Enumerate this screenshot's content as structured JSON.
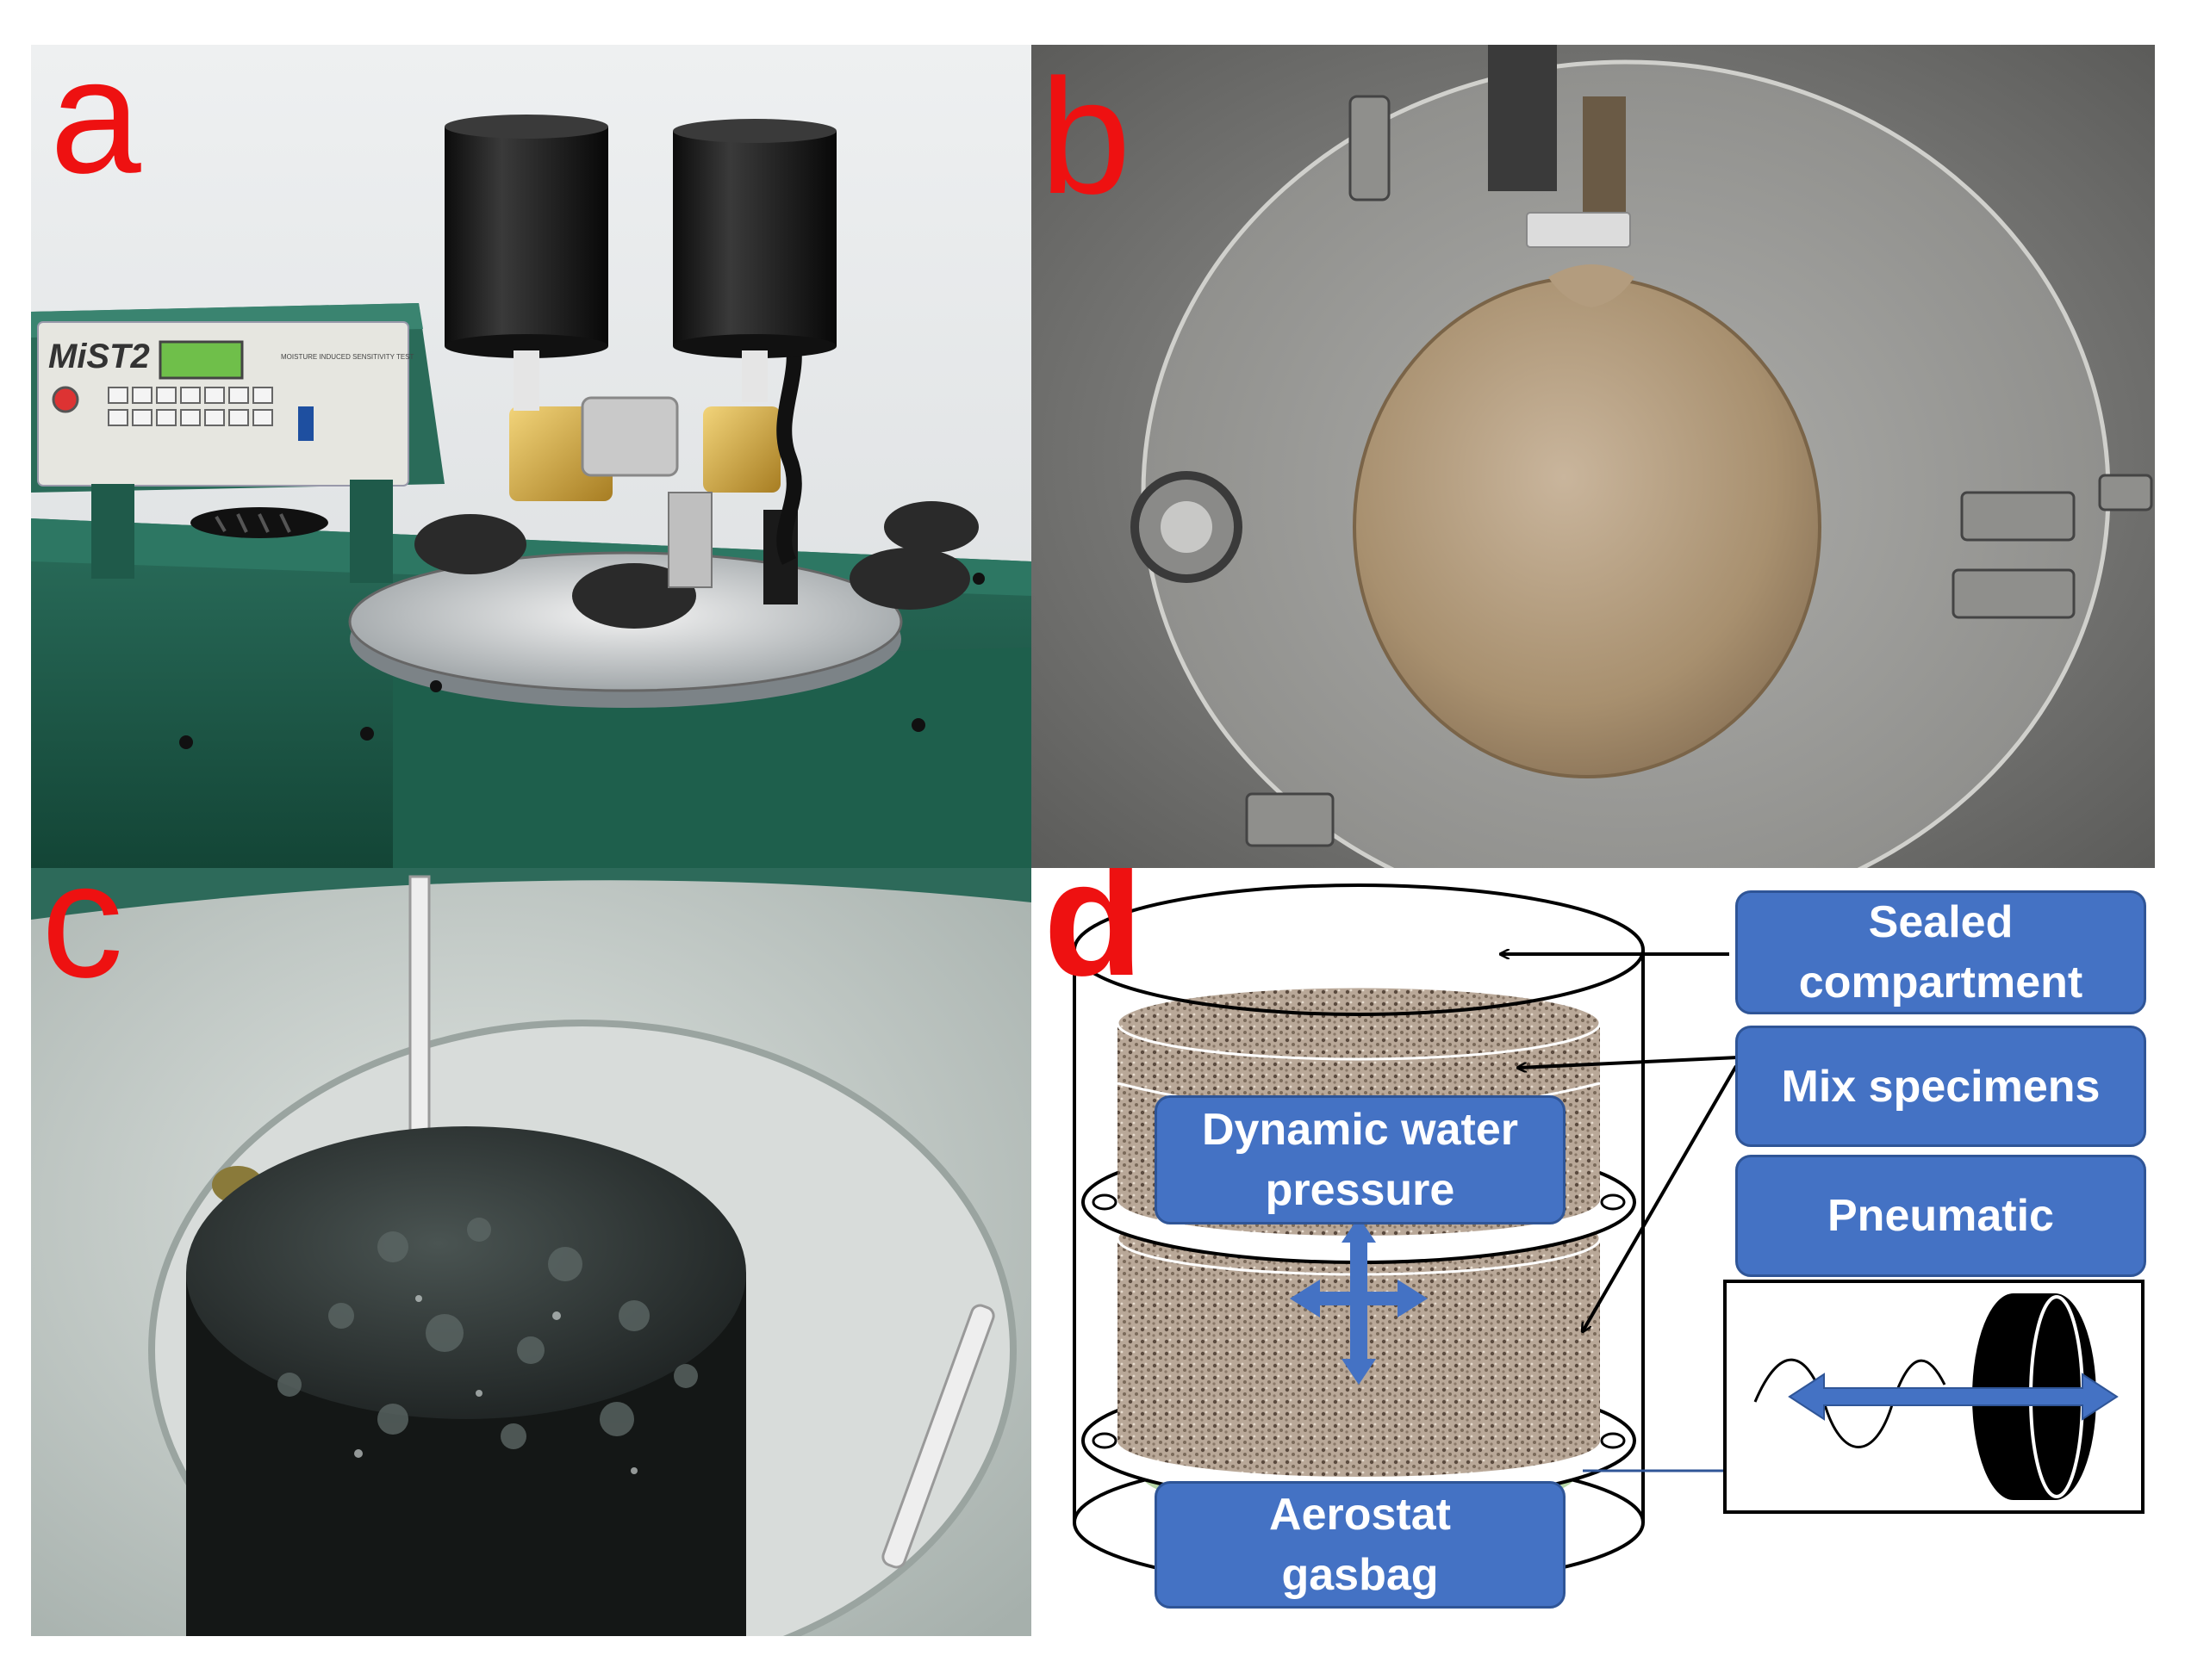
{
  "panels": {
    "a": {
      "letter": "a",
      "device_brand": "MiST2",
      "device_caption": "MOISTURE INDUCED SENSITIVITY TEST"
    },
    "b": {
      "letter": "b"
    },
    "c": {
      "letter": "c"
    },
    "d": {
      "letter": "d",
      "labels": {
        "sealed_line1": "Sealed",
        "sealed_line2": "compartment",
        "mix_specimens": "Mix specimens",
        "pneumatic": "Pneumatic",
        "dynamic_line1": "Dynamic water",
        "dynamic_line2": "pressure",
        "aerostat_line1": "Aerostat",
        "aerostat_line2": "gasbag"
      }
    }
  },
  "colors": {
    "letter_red": "#ee1111",
    "label_box_blue": "#4472c4",
    "label_box_border": "#2f5597",
    "arrow_blue": "#4472c4",
    "device_green": "#1f5f4f",
    "gasbag_green": "#b8d8a8",
    "specimen_tan": "#a89888"
  },
  "icons": [
    "cross-arrow-icon",
    "double-arrow-icon",
    "wheel-icon",
    "sine-wave-icon"
  ]
}
